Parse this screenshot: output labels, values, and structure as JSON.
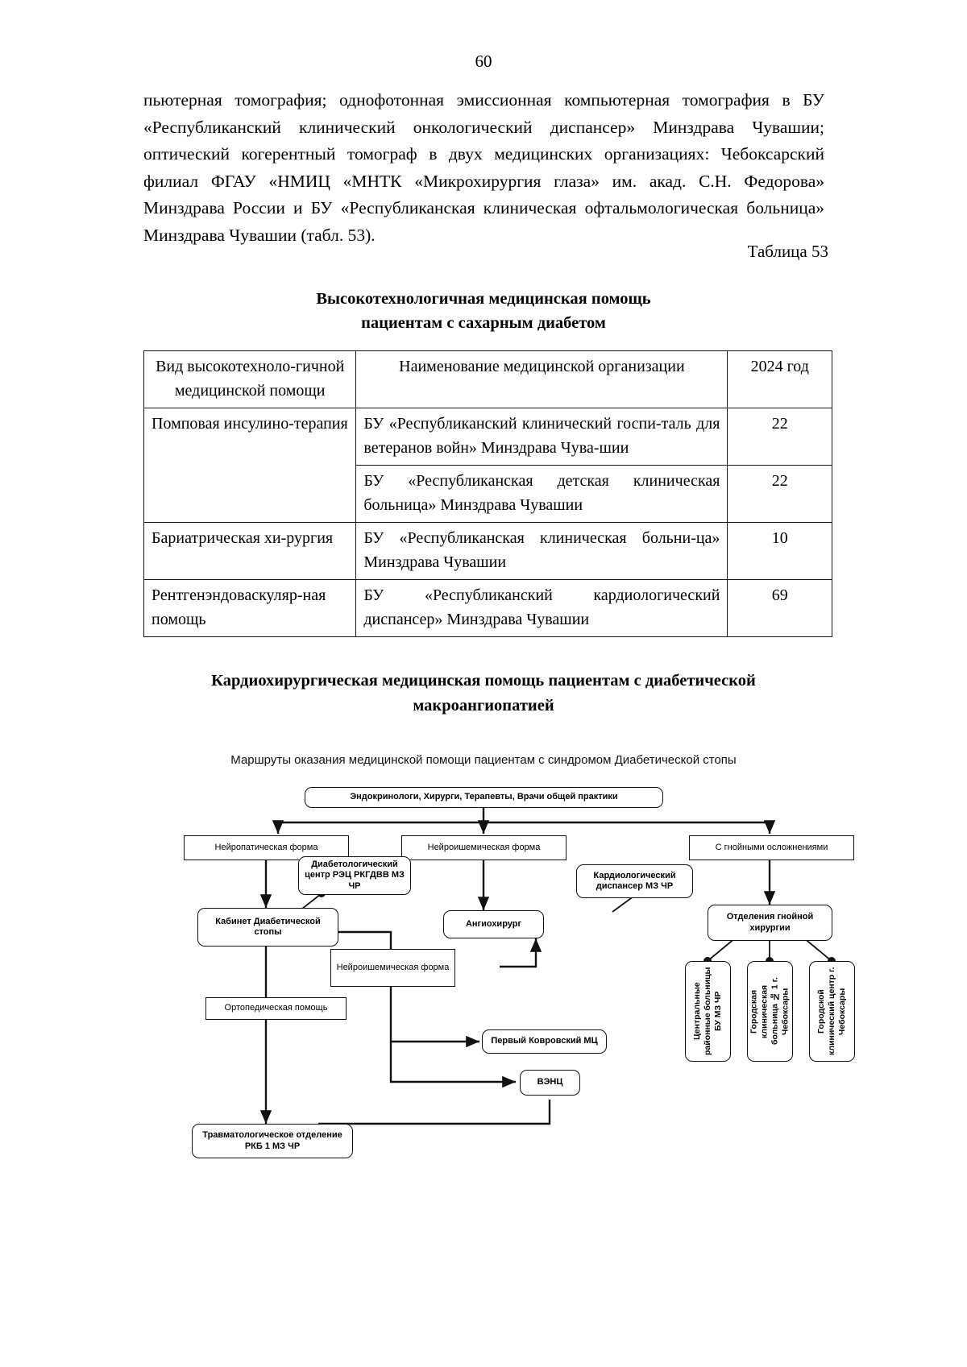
{
  "page": {
    "number": "60",
    "paragraph": "пьютерная томография; однофотонная эмиссионная компьютерная томография в БУ «Республиканский клинический онкологический диспансер» Минздрава Чувашии; оптический когерентный томограф в двух медицинских организациях: Чебоксарский филиал ФГАУ «НМИЦ «МНТК «Микрохирургия глаза» им. акад. С.Н. Федорова» Минздрава России и БУ «Республиканская клиническая офтальмологическая больница» Минздрава Чувашии (табл. 53)."
  },
  "table": {
    "caption": "Таблица 53",
    "title_line1": "Высокотехнологичная медицинская помощь",
    "title_line2": "пациентам с сахарным диабетом",
    "headers": {
      "col_a": "Вид высокотехноло-гичной медицинской помощи",
      "col_b": "Наименование медицинской организации",
      "col_c": "2024 год"
    },
    "rows": [
      {
        "type": "Помповая инсулино-терапия",
        "organizations": [
          {
            "name": "БУ «Республиканский клинический госпи-таль для ветеранов войн» Минздрава Чува-шии",
            "value": "22"
          },
          {
            "name": "БУ «Республиканская детская клиническая больница» Минздрава Чувашии",
            "value": "22"
          }
        ]
      },
      {
        "type": "Бариатрическая хи-рургия",
        "organizations": [
          {
            "name": "БУ «Республиканская клиническая больни-ца» Минздрава Чувашии",
            "value": "10"
          }
        ]
      },
      {
        "type": "Рентгенэндоваскуляр-ная помощь",
        "organizations": [
          {
            "name": "БУ «Республиканский кардиологический диспансер» Минздрава Чувашии",
            "value": "69"
          }
        ]
      }
    ]
  },
  "section": {
    "title_line1": "Кардиохирургическая медицинская помощь пациентам с диабетической",
    "title_line2": "макроангиопатией"
  },
  "diagram": {
    "title": "Маршруты оказания медицинской помощи пациентам с синдромом Диабетической стопы",
    "nodes": {
      "root": "Эндокринологи, Хирурги, Терапевты, Врачи общей практики",
      "branch1": "Нейропатическая форма",
      "branch2": "Нейроишемическая форма",
      "branch3": "С гнойными осложнениями",
      "diabet_center": "Диабетологический центр РЭЦ РКГДВВ МЗ ЧР",
      "cardio_disp": "Кардиологический диспансер МЗ ЧР",
      "foot_cabinet": "Кабинет Диабетической стопы",
      "angiosurgeon": "Ангиохирург",
      "purulent_dept": "Отделения гнойной хирургии",
      "neuroischemic": "Нейроишемическая форма",
      "orthopedic": "Ортопедическая помощь",
      "kovrov": "Первый Ковровский МЦ",
      "veznc": "ВЭНЦ",
      "trauma": "Травматологическое отделение РКБ 1 МЗ ЧР",
      "vert1": "Центральные районные больницы БУ МЗ ЧР",
      "vert2": "Городская клиническая больница № 1 г. Чебоксары",
      "vert3": "Городской клинический центр г. Чебоксары"
    }
  }
}
